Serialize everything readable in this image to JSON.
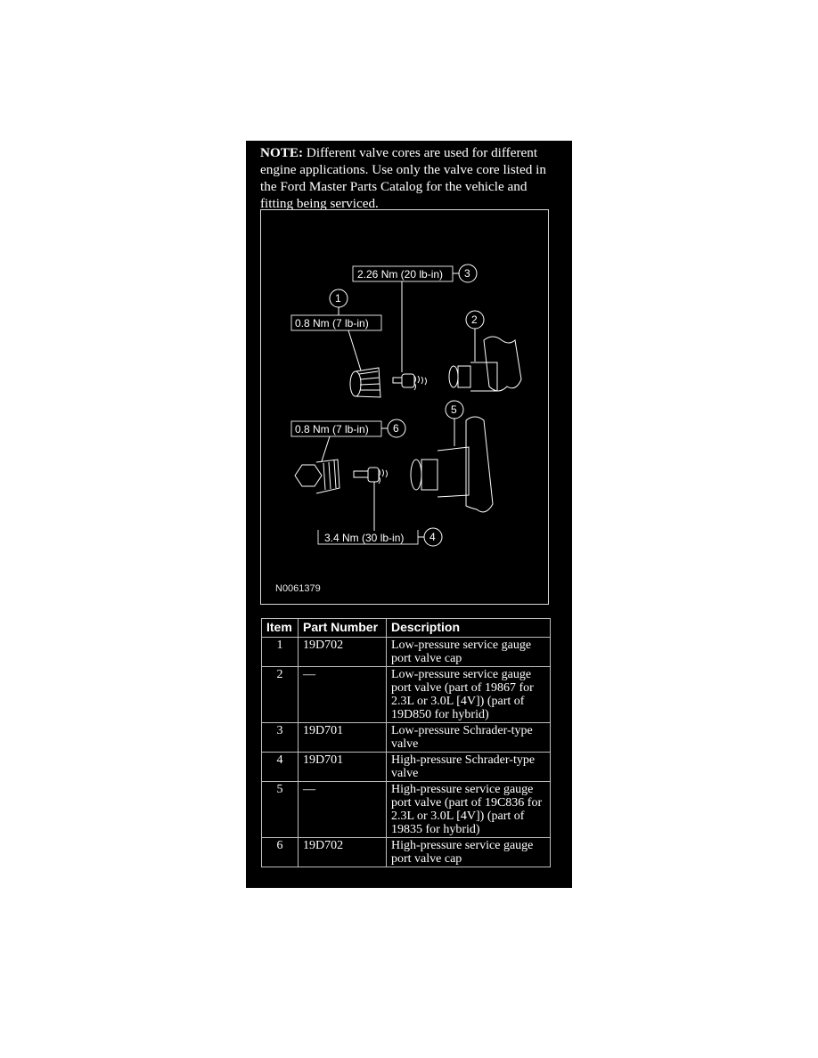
{
  "note": {
    "label": "NOTE:",
    "text": " Different valve cores are used for different engine applications. Use only the valve core listed in the Ford Master Parts Catalog for the vehicle and fitting being serviced."
  },
  "figure": {
    "id": "N0061379",
    "callouts": [
      {
        "num": "1",
        "torque": "0.8 Nm (7 lb-in)"
      },
      {
        "num": "2",
        "torque": ""
      },
      {
        "num": "3",
        "torque": "2.26 Nm (20 lb-in)"
      },
      {
        "num": "4",
        "torque": "3.4 Nm (30 lb-in)"
      },
      {
        "num": "5",
        "torque": ""
      },
      {
        "num": "6",
        "torque": "0.8 Nm (7 lb-in)"
      }
    ]
  },
  "table": {
    "headers": {
      "item": "Item",
      "part": "Part Number",
      "desc": "Description"
    },
    "rows": [
      {
        "item": "1",
        "part": "19D702",
        "desc": "Low-pressure service gauge port valve cap"
      },
      {
        "item": "2",
        "part": "—",
        "desc": "Low-pressure service gauge port valve (part of 19867 for 2.3L or 3.0L [4V]) (part of 19D850 for hybrid)"
      },
      {
        "item": "3",
        "part": "19D701",
        "desc": "Low-pressure Schrader-type valve"
      },
      {
        "item": "4",
        "part": "19D701",
        "desc": "High-pressure Schrader-type valve"
      },
      {
        "item": "5",
        "part": "—",
        "desc": "High-pressure service gauge port valve (part of 19C836 for 2.3L or 3.0L [4V]) (part of 19835 for hybrid)"
      },
      {
        "item": "6",
        "part": "19D702",
        "desc": "High-pressure service gauge port valve cap"
      }
    ]
  }
}
